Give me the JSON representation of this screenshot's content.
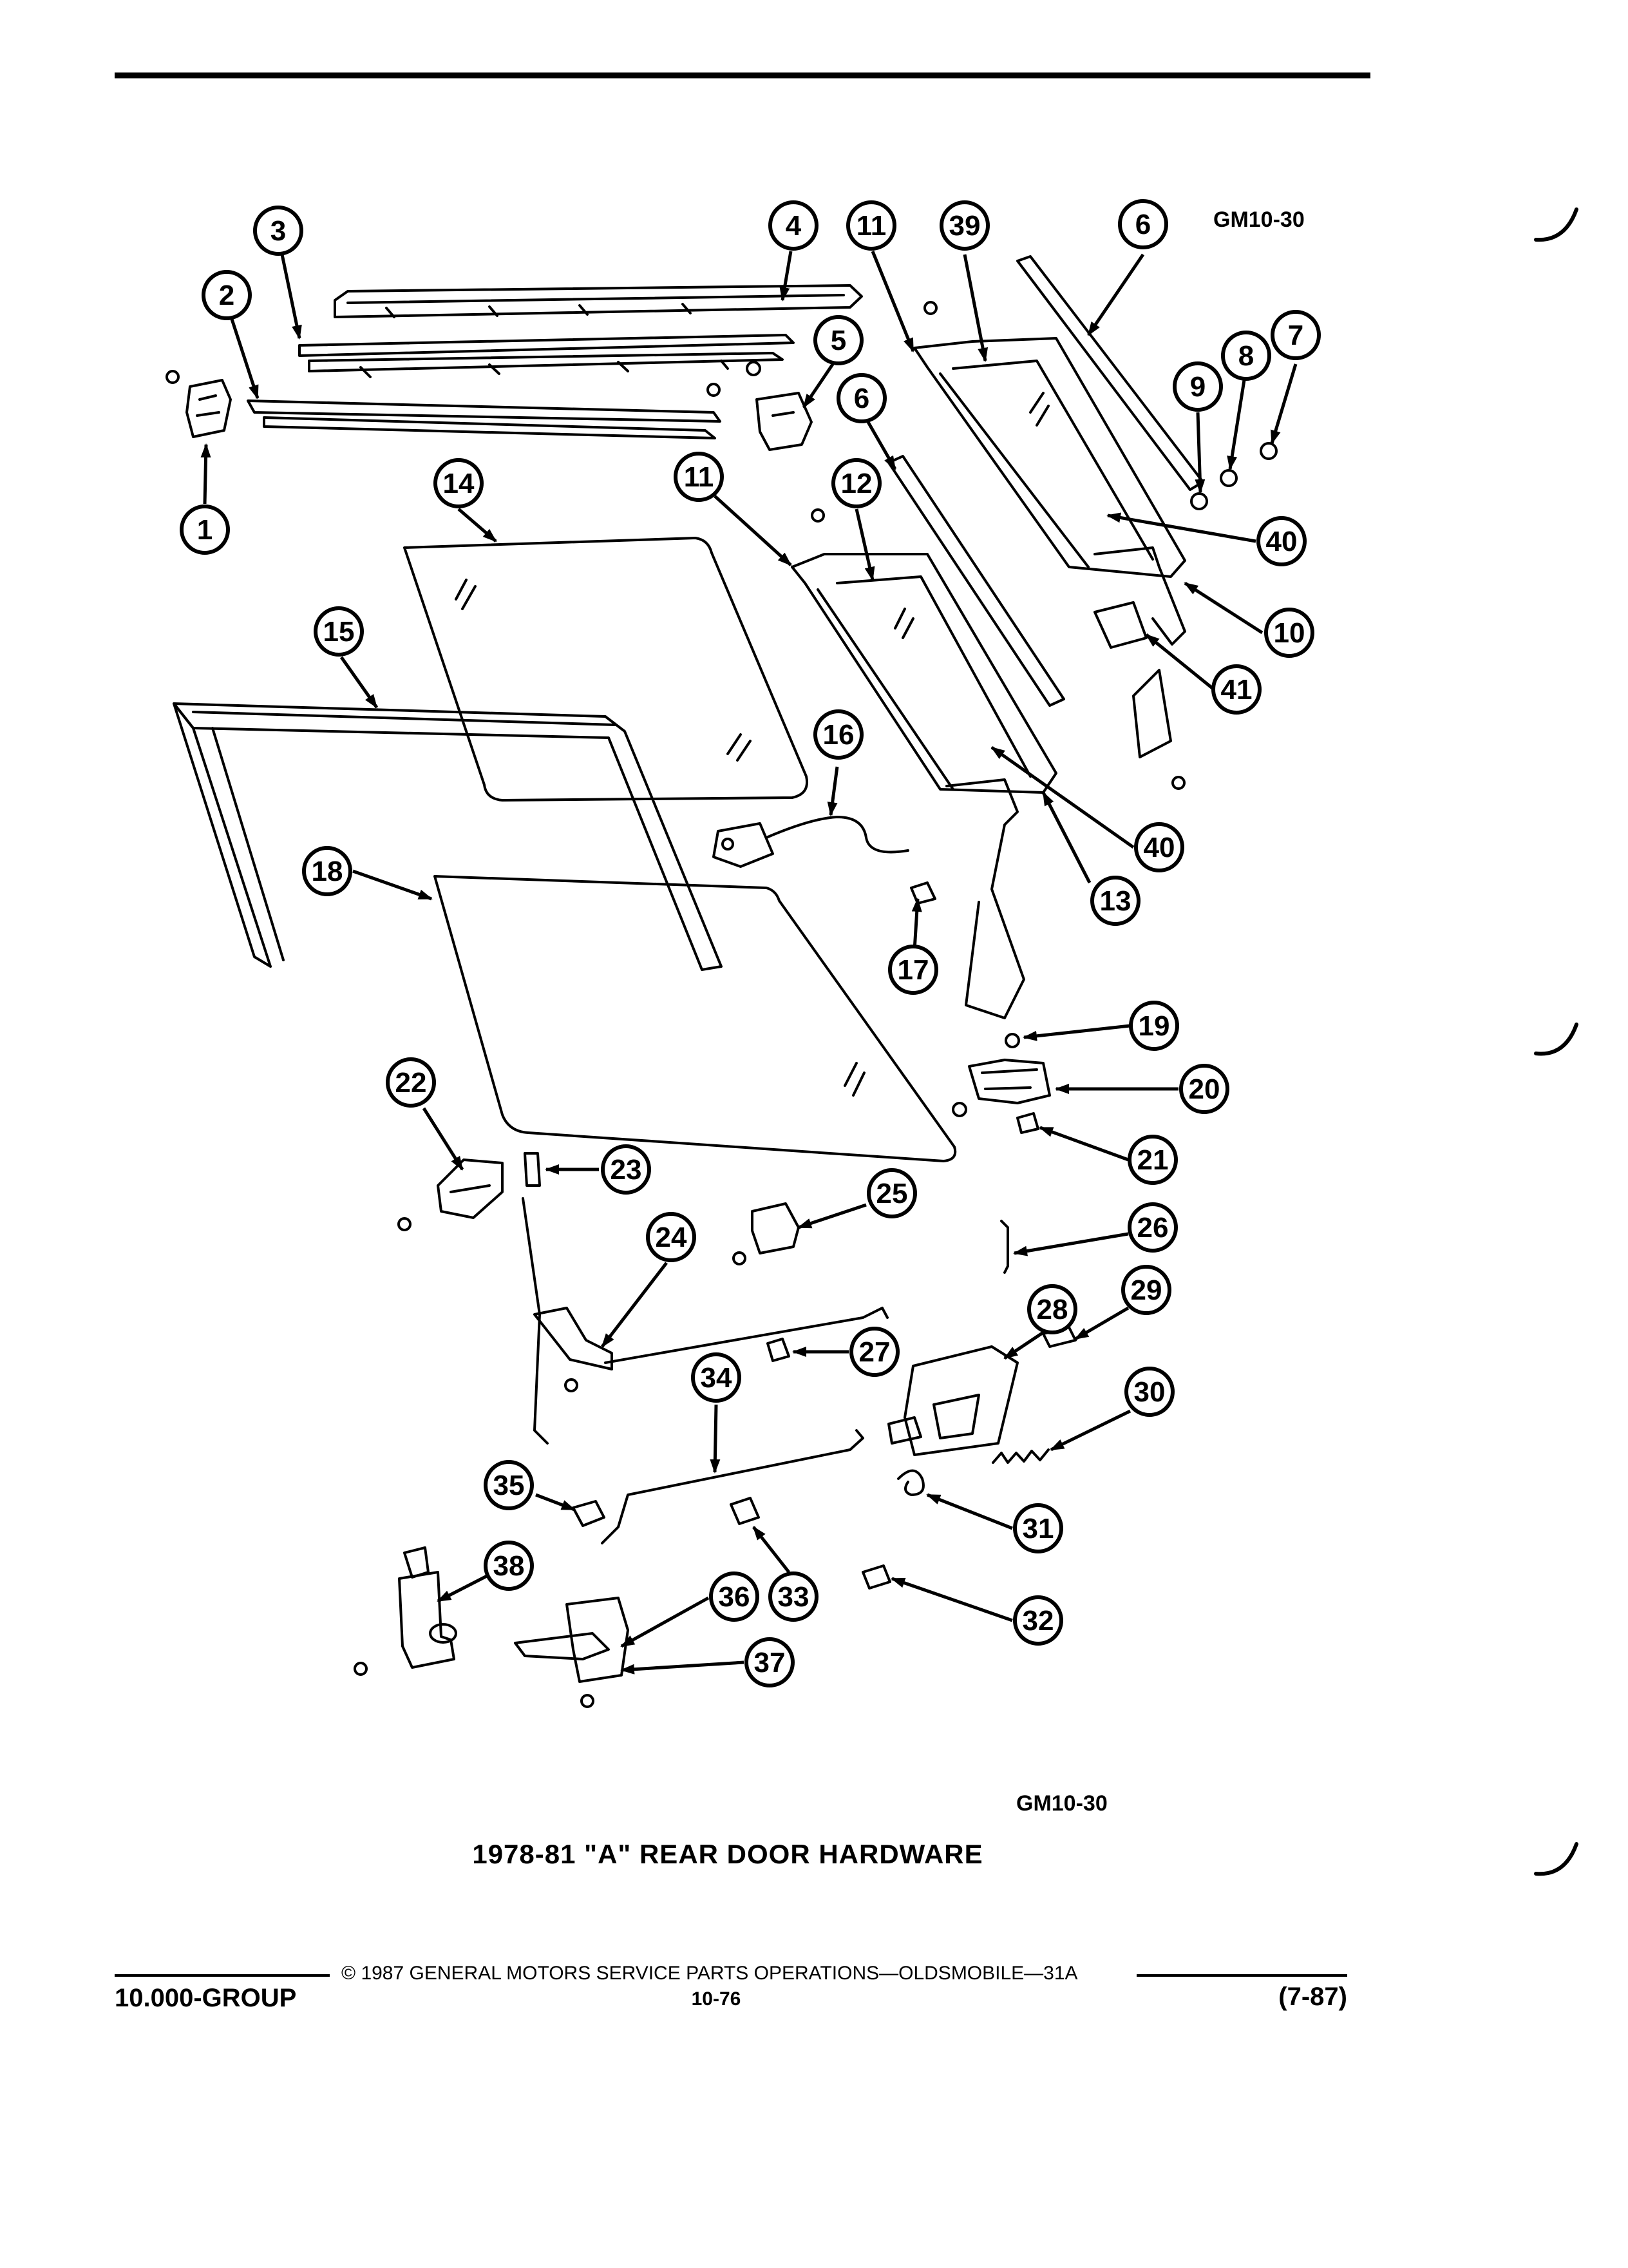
{
  "page": {
    "diagram_code_top": "GM10-30",
    "diagram_code_bottom": "GM10-30",
    "title": "1978-81 \"A\" REAR DOOR HARDWARE"
  },
  "footer": {
    "copyright": "© 1987 GENERAL MOTORS SERVICE PARTS OPERATIONS—OLDSMOBILE—31A",
    "group": "10.000-GROUP",
    "page_number": "10-76",
    "revision": "(7-87)"
  },
  "callouts": [
    {
      "label": "1"
    },
    {
      "label": "2"
    },
    {
      "label": "3"
    },
    {
      "label": "4"
    },
    {
      "label": "5"
    },
    {
      "label": "6"
    },
    {
      "label": "6"
    },
    {
      "label": "7"
    },
    {
      "label": "8"
    },
    {
      "label": "9"
    },
    {
      "label": "10"
    },
    {
      "label": "11"
    },
    {
      "label": "11"
    },
    {
      "label": "12"
    },
    {
      "label": "13"
    },
    {
      "label": "14"
    },
    {
      "label": "15"
    },
    {
      "label": "16"
    },
    {
      "label": "17"
    },
    {
      "label": "18"
    },
    {
      "label": "19"
    },
    {
      "label": "20"
    },
    {
      "label": "21"
    },
    {
      "label": "22"
    },
    {
      "label": "23"
    },
    {
      "label": "24"
    },
    {
      "label": "25"
    },
    {
      "label": "26"
    },
    {
      "label": "27"
    },
    {
      "label": "28"
    },
    {
      "label": "29"
    },
    {
      "label": "30"
    },
    {
      "label": "31"
    },
    {
      "label": "32"
    },
    {
      "label": "33"
    },
    {
      "label": "34"
    },
    {
      "label": "35"
    },
    {
      "label": "36"
    },
    {
      "label": "37"
    },
    {
      "label": "38"
    },
    {
      "label": "39"
    },
    {
      "label": "40"
    },
    {
      "label": "40"
    },
    {
      "label": "41"
    }
  ]
}
